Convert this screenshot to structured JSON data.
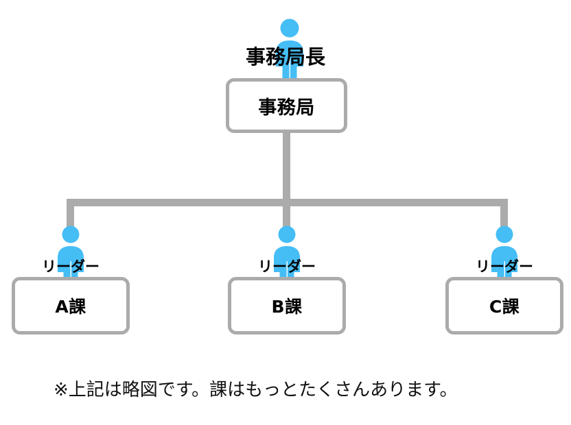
{
  "diagram": {
    "type": "org-chart",
    "title_text": "",
    "colors": {
      "person_blue": "#45bdf5",
      "line_gray": "#ababab",
      "box_border": "#ababab",
      "box_fill": "#ffffff",
      "text": "#000000"
    },
    "root": {
      "role_label": "事務局長",
      "box_label": "事務局",
      "person_icon": "person-icon"
    },
    "children": [
      {
        "role_label": "リーダー",
        "box_label": "A課",
        "person_icon": "person-icon"
      },
      {
        "role_label": "リーダー",
        "box_label": "B課",
        "person_icon": "person-icon"
      },
      {
        "role_label": "リーダー",
        "box_label": "C課",
        "person_icon": "person-icon"
      }
    ],
    "footnote": "※上記は略図です。課はもっとたくさんあります。"
  }
}
